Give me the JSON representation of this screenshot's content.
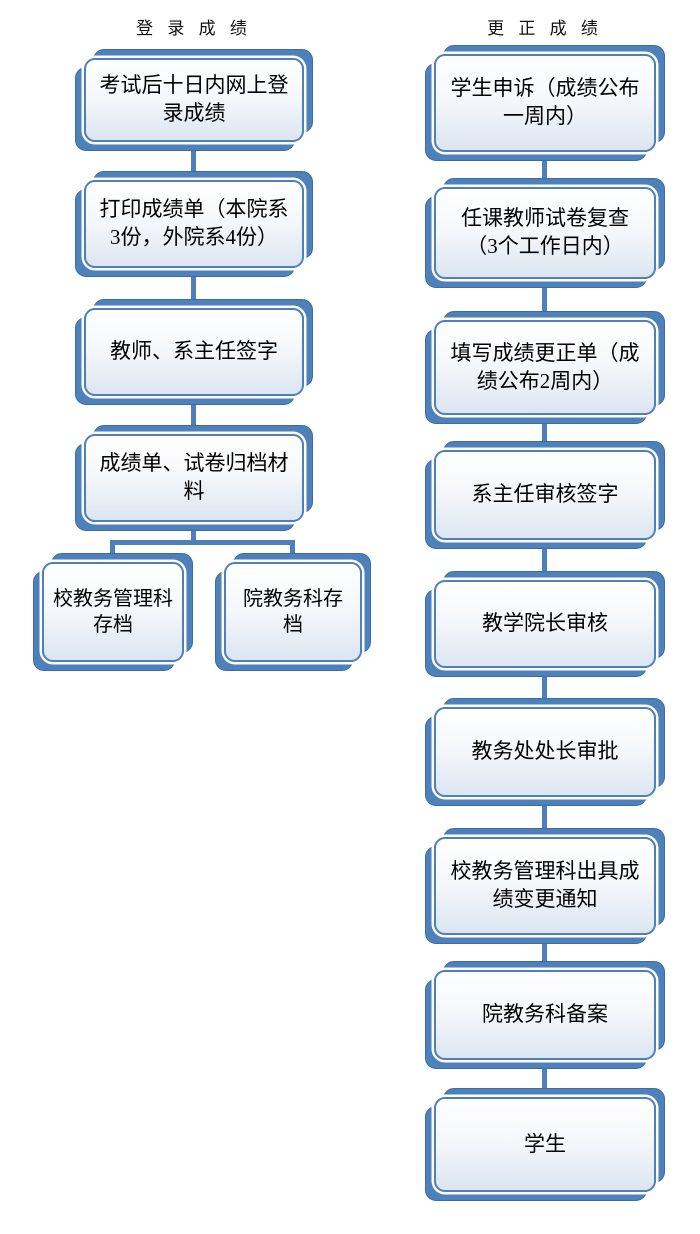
{
  "colors": {
    "accent": "#4e80ba",
    "accent_dark": "#3c6ca8",
    "box_fill_bottom": "#dce5f1",
    "text": "#000000"
  },
  "left_column": {
    "title": "登 录 成 绩",
    "nodes": [
      {
        "label": "考试后十日内网上登录成绩"
      },
      {
        "label": "打印成绩单（本院系3份，外院系4份）"
      },
      {
        "label": "教师、系主任签字"
      },
      {
        "label": "成绩单、试卷归档材料"
      },
      {
        "label": "校教务管理科存档"
      },
      {
        "label": "院教务科存档"
      }
    ]
  },
  "right_column": {
    "title": "更 正 成 绩",
    "nodes": [
      {
        "label": "学生申诉（成绩公布一周内）"
      },
      {
        "label": "任课教师试卷复查（3个工作日内）"
      },
      {
        "label": "填写成绩更正单（成绩公布2周内）"
      },
      {
        "label": "系主任审核签字"
      },
      {
        "label": "教学院长审核"
      },
      {
        "label": "教务处处长审批"
      },
      {
        "label": "校教务管理科出具成绩变更通知"
      },
      {
        "label": "院教务科备案"
      },
      {
        "label": "学生"
      }
    ]
  }
}
